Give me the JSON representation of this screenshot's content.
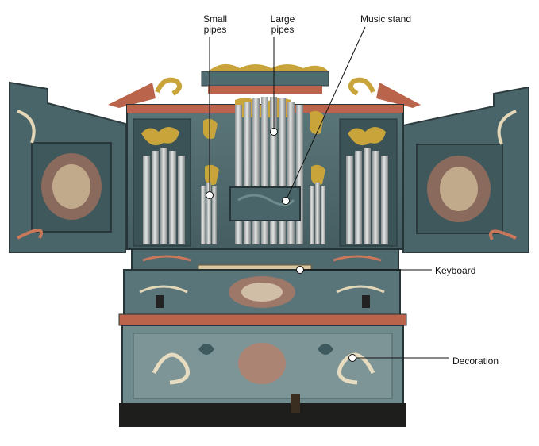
{
  "labels": {
    "small_pipes": [
      "Small",
      "pipes"
    ],
    "large_pipes": [
      "Large",
      "pipes"
    ],
    "music_stand": "Music stand",
    "keyboard": "Keyboard",
    "decoration": "Decoration"
  },
  "colors": {
    "cabinet_blue": "#4e6a70",
    "cabinet_dark": "#2f3f44",
    "ornament_red": "#c0614a",
    "ornament_cream": "#e7dcc0",
    "gilding": "#c9a43a",
    "pipe_silver": "#b9bcbc",
    "base_black": "#1e1e1c"
  }
}
